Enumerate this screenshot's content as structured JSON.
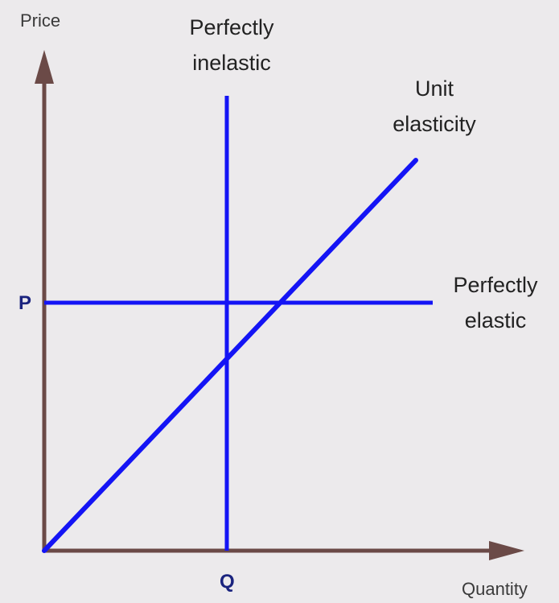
{
  "colors": {
    "background": "#eceaec",
    "axis": "#6b4a47",
    "curve": "#1414f5",
    "tick_label": "#1a237e"
  },
  "axes": {
    "y_title": "Price",
    "x_title": "Quantity",
    "y_tick": "P",
    "x_tick": "Q"
  },
  "curves": {
    "perfectly_inelastic": {
      "line1": "Perfectly",
      "line2": "inelastic"
    },
    "unit_elasticity": {
      "line1": "Unit",
      "line2": "elasticity"
    },
    "perfectly_elastic": {
      "line1": "Perfectly",
      "line2": "elastic"
    }
  }
}
